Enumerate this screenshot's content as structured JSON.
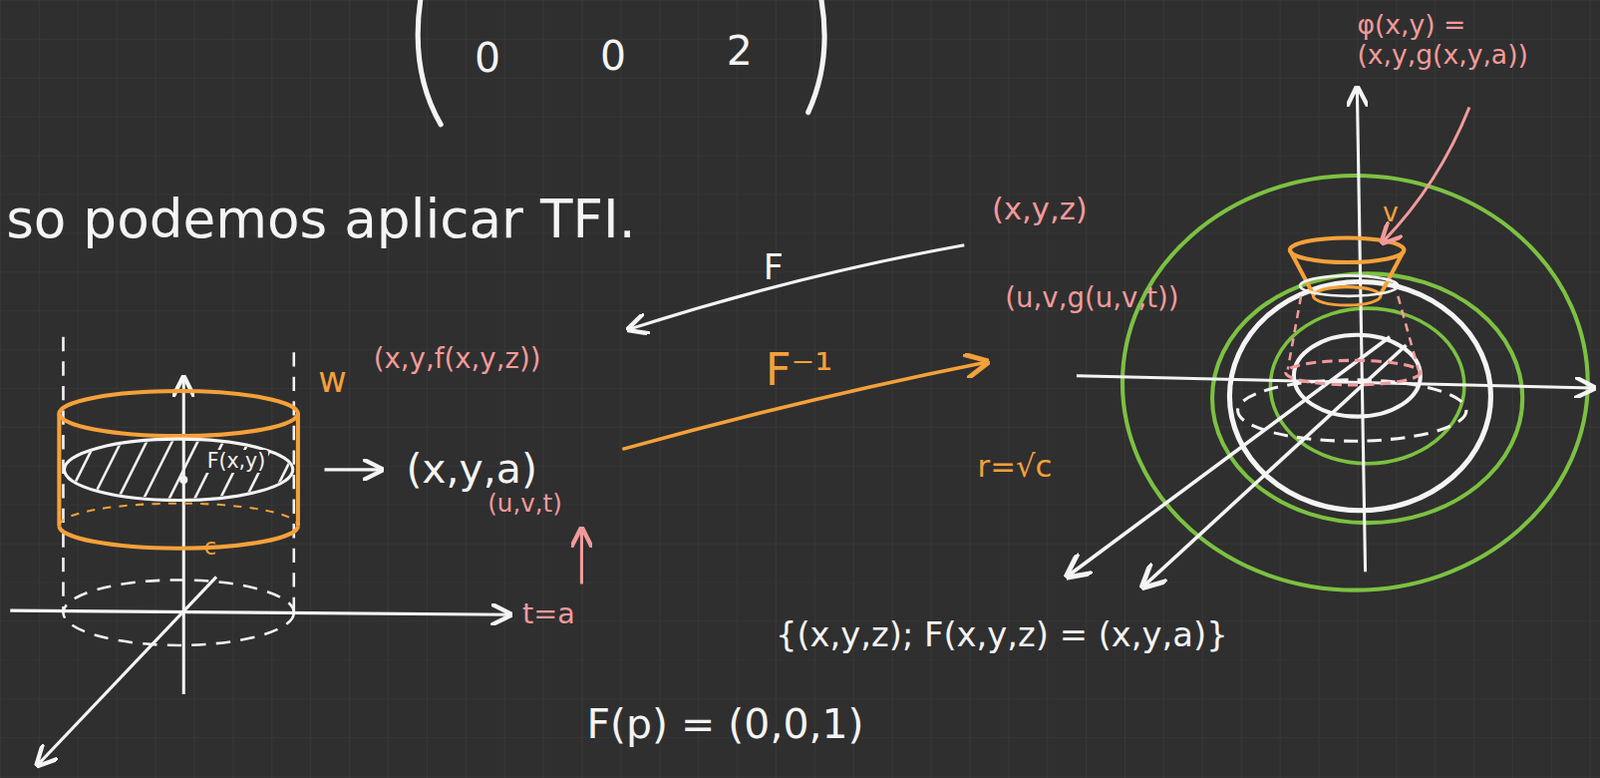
{
  "diagram": {
    "labels": [
      "0",
      "0",
      "2",
      "so podemos aplicar TFI.",
      "F",
      "(x,y,z)",
      "(u,v,g(u,v,t))",
      "φ(x,y) = (x,y,g(x,y,a))",
      "w",
      "(x,y,f(x,y,z))",
      "F⁻¹",
      "F(x,y)",
      "(x,y,a)",
      "(u,v,t)",
      "c",
      "t=a",
      "r=√c",
      "v",
      "{(x,y,z); F(x,y,z) = (x,y,a)}",
      "F(p) = (0,0,1)"
    ]
  }
}
